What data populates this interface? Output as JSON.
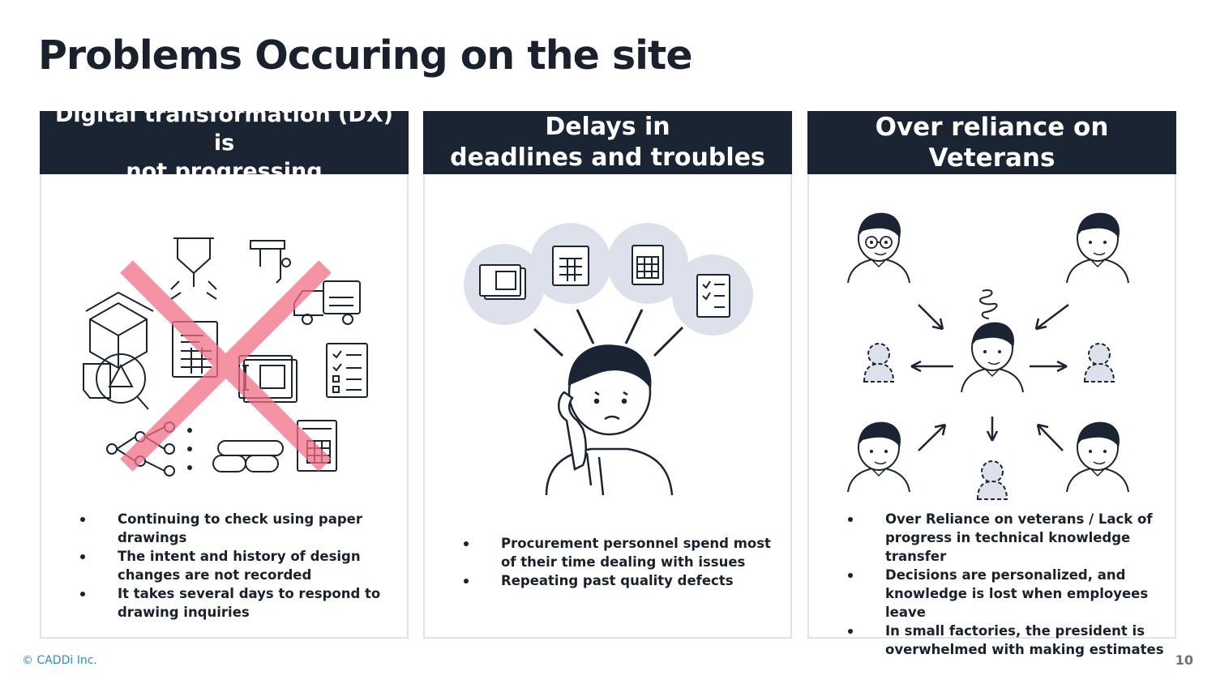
{
  "slide": {
    "title": "Problems Occuring on the site",
    "copyright": "© CADDi Inc.",
    "page_number": "10"
  },
  "panels": [
    {
      "header_line1": "Digital transformation (DX) is",
      "header_line2": "not progressing",
      "bullets": [
        "Continuing to check using paper drawings",
        "The intent and history of design changes are not recorded",
        "It takes several days to respond to drawing inquiries"
      ]
    },
    {
      "header_line1": "Delays in",
      "header_line2": "deadlines and troubles",
      "bullets": [
        "Procurement personnel spend most of their time dealing with issues",
        "Repeating past quality defects"
      ]
    },
    {
      "header_line1": "Over reliance on Veterans",
      "bullets": [
        "Over Reliance on veterans / Lack of progress in technical knowledge transfer",
        "Decisions are personalized, and knowledge is lost when employees leave",
        "In small factories, the president is overwhelmed with making estimates"
      ]
    }
  ],
  "colors": {
    "header_bg": "#1b2433",
    "panel_border": "#dfe3ec",
    "cross_mark": "#f06f86",
    "bubble": "#dde1ec",
    "copyright": "#2a8fd0"
  }
}
